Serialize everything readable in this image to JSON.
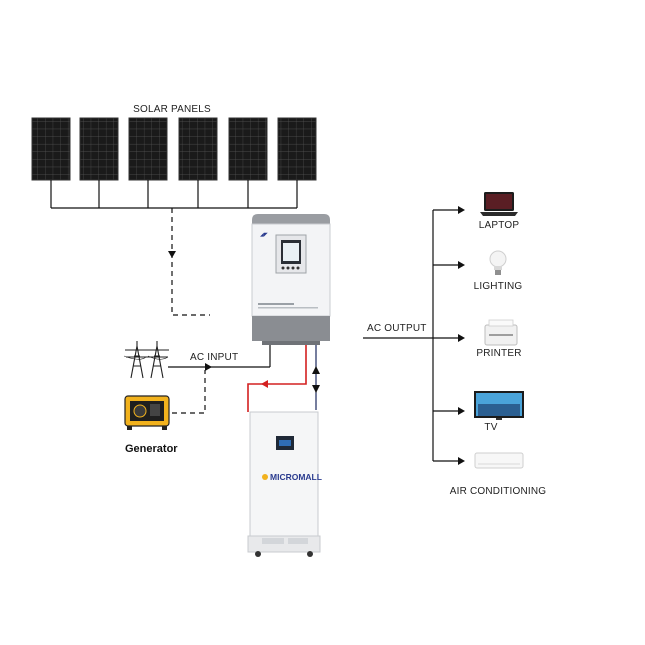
{
  "labels": {
    "solar_panels": "SOLAR PANELS",
    "ac_input": "AC INPUT",
    "generator": "Generator",
    "ac_output": "AC OUTPUT"
  },
  "battery": {
    "brand": "MICROMALL"
  },
  "loads": [
    {
      "label": "LAPTOP",
      "icon": "laptop-icon"
    },
    {
      "label": "LIGHTING",
      "icon": "light-bulb-icon"
    },
    {
      "label": "PRINTER",
      "icon": "printer-icon"
    },
    {
      "label": "TV",
      "icon": "tv-icon"
    },
    {
      "label": "AIR CONDITIONING",
      "icon": "air-conditioner-icon"
    }
  ],
  "colors": {
    "line": "#111111",
    "battery_link": "#d42020",
    "inverter_body": "#f3f4f6",
    "inverter_base": "#8a8d92",
    "panel_cell": "#1c1c1c",
    "brand": "#2a3b8f"
  }
}
